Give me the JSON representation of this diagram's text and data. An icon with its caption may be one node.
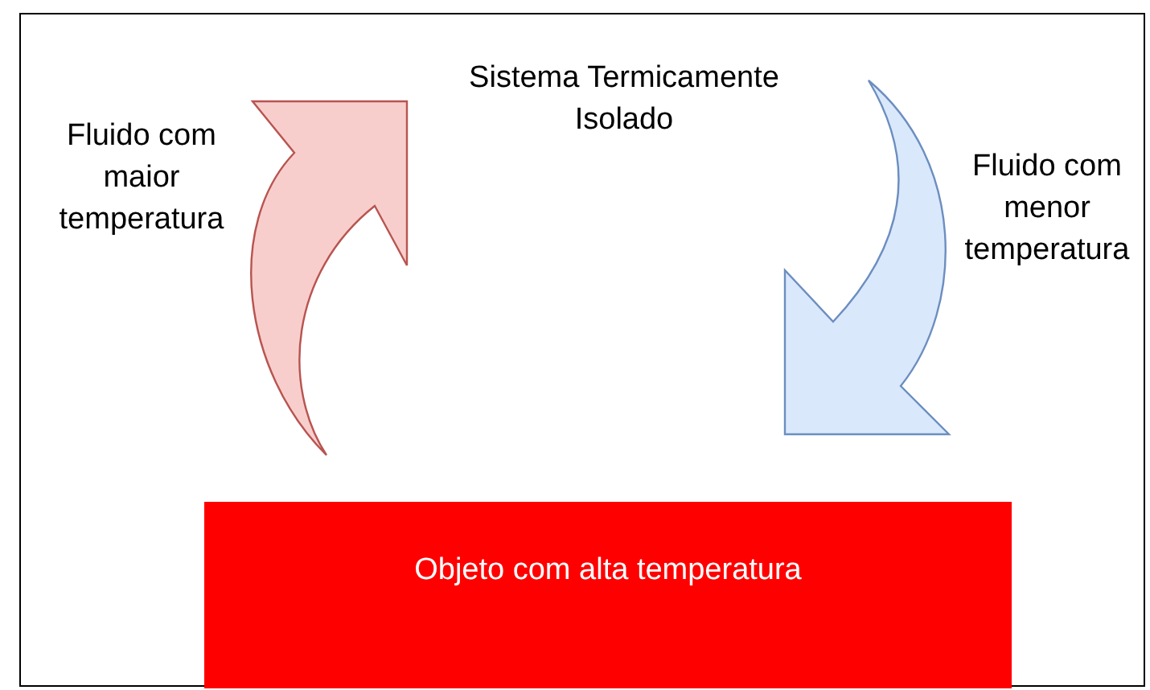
{
  "diagram": {
    "nodes": [
      {
        "text": [
          "Sistema Termicamente Isolado"
        ]
      },
      {
        "text": [
          "Objeto com alta temperatura"
        ],
        "in": 0
      }
    ],
    "labels": [
      "Fluido com maior temperatura",
      "Fluido com menor temperatura"
    ]
  }
}
